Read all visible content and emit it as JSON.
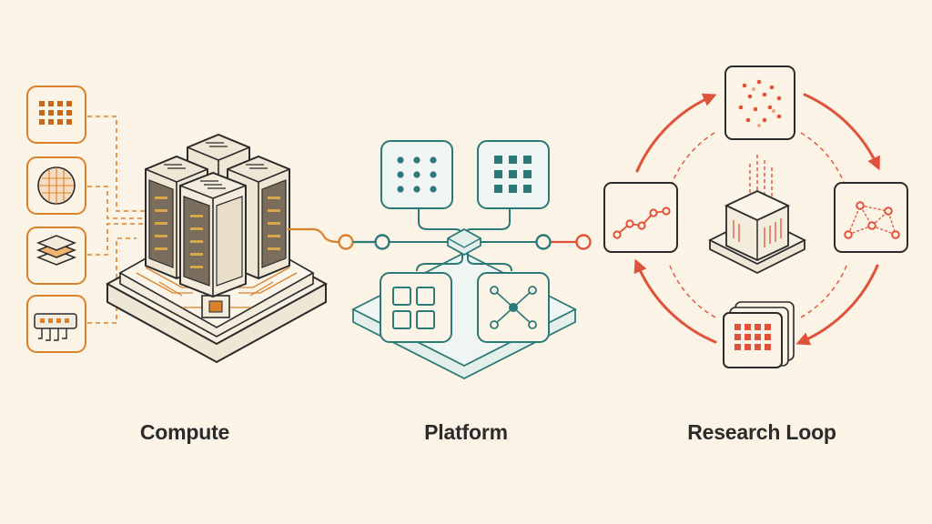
{
  "sections": {
    "compute": {
      "label": "Compute"
    },
    "platform": {
      "label": "Platform"
    },
    "research_loop": {
      "label": "Research Loop"
    }
  },
  "colors": {
    "background": "#fbf3e6",
    "compute_accent": "#d9822b",
    "platform_accent": "#2c7a78",
    "research_accent": "#e0533a",
    "outline": "#2b2b2b",
    "fill_light": "#f3ebdc"
  },
  "icons": {
    "compute_inputs": [
      "chip-grid-icon",
      "wafer-icon",
      "layers-stack-icon",
      "connector-icon"
    ],
    "platform_modules": [
      "dot-grid-icon",
      "square-grid-icon",
      "app-tiles-icon",
      "network-graph-icon"
    ],
    "research_steps": [
      "scatter-plot-icon",
      "network-chart-icon",
      "dataset-stack-icon",
      "trend-line-icon"
    ]
  }
}
